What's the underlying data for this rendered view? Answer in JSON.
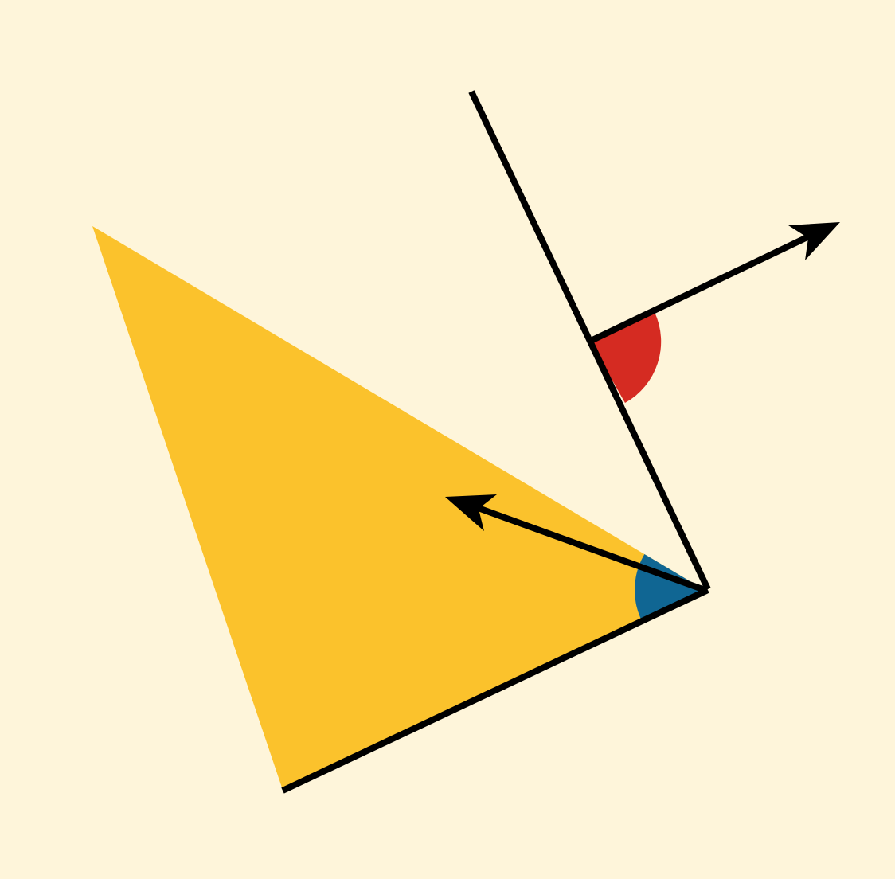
{
  "colors": {
    "background": "#FEF5DA",
    "triangle_fill": "#FBC22C",
    "angle_marker_red": "#D52B22",
    "angle_marker_blue": "#106693",
    "stroke": "#000000"
  },
  "diagram": {
    "shapes": [
      "filled-triangle",
      "transversal-line",
      "base-line-segment"
    ],
    "arrows": [
      "normal-arrow-out",
      "normal-arrow-in"
    ],
    "angle_markers": [
      "red-right-angle-marker",
      "blue-angle-marker"
    ],
    "labels": []
  }
}
